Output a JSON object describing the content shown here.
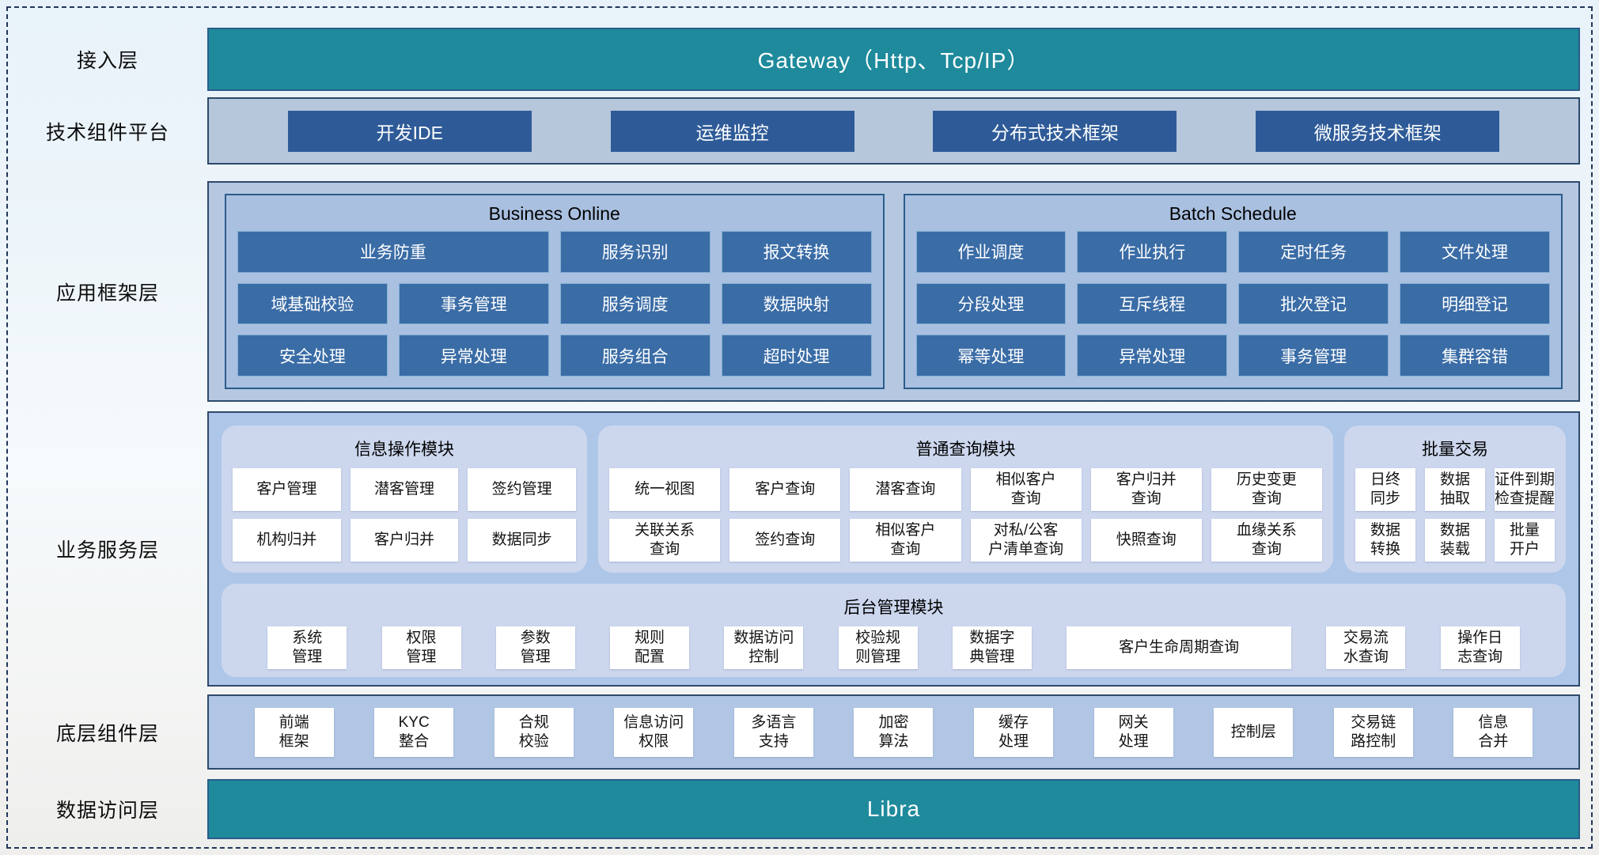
{
  "colors": {
    "teal_bar": "#1e8a9c",
    "tech_button_blue": "#2e5b98",
    "framework_cell_blue": "#3a6ca6",
    "container_blue": "#aec6e8",
    "module_periwinkle": "#ccd7ee",
    "frame_dash": "#22365c"
  },
  "access": {
    "label": "接入层",
    "gateway": "Gateway（Http、Tcp/IP）"
  },
  "tech": {
    "label": "技术组件平台",
    "buttons": [
      {
        "label": "开发IDE"
      },
      {
        "label": "运维监控"
      },
      {
        "label": "分布式技术框架"
      },
      {
        "label": "微服务技术框架"
      }
    ]
  },
  "framework": {
    "label": "应用框架层",
    "business_online": {
      "title": "Business Online",
      "cells": [
        {
          "label": "业务防重",
          "span": 2
        },
        {
          "label": "服务识别"
        },
        {
          "label": "报文转换"
        },
        {
          "label": "域基础校验"
        },
        {
          "label": "事务管理"
        },
        {
          "label": "服务调度"
        },
        {
          "label": "数据映射"
        },
        {
          "label": "安全处理"
        },
        {
          "label": "异常处理"
        },
        {
          "label": "服务组合"
        },
        {
          "label": "超时处理"
        }
      ]
    },
    "batch_schedule": {
      "title": "Batch Schedule",
      "cells": [
        {
          "label": "作业调度"
        },
        {
          "label": "作业执行"
        },
        {
          "label": "定时任务"
        },
        {
          "label": "文件处理"
        },
        {
          "label": "分段处理"
        },
        {
          "label": "互斥线程"
        },
        {
          "label": "批次登记"
        },
        {
          "label": "明细登记"
        },
        {
          "label": "幂等处理"
        },
        {
          "label": "异常处理"
        },
        {
          "label": "事务管理"
        },
        {
          "label": "集群容错"
        }
      ]
    }
  },
  "service": {
    "label": "业务服务层",
    "info_module": {
      "title": "信息操作模块",
      "cards": [
        {
          "label": "客户管理"
        },
        {
          "label": "潜客管理"
        },
        {
          "label": "签约管理"
        },
        {
          "label": "机构归并"
        },
        {
          "label": "客户归并"
        },
        {
          "label": "数据同步"
        }
      ]
    },
    "query_module": {
      "title": "普通查询模块",
      "cards": [
        {
          "label": "统一视图"
        },
        {
          "label": "客户查询"
        },
        {
          "label": "潜客查询"
        },
        {
          "label": "相似客户\n查询"
        },
        {
          "label": "客户归并\n查询"
        },
        {
          "label": "历史变更\n查询"
        },
        {
          "label": "关联关系\n查询"
        },
        {
          "label": "签约查询"
        },
        {
          "label": "相似客户\n查询"
        },
        {
          "label": "对私/公客\n户清单查询"
        },
        {
          "label": "快照查询"
        },
        {
          "label": "血缘关系\n查询"
        }
      ]
    },
    "batch_module": {
      "title": "批量交易",
      "cards": [
        {
          "label": "日终\n同步"
        },
        {
          "label": "数据\n抽取"
        },
        {
          "label": "证件到期\n检查提醒"
        },
        {
          "label": "数据\n转换"
        },
        {
          "label": "数据\n装载"
        },
        {
          "label": "批量\n开户"
        }
      ]
    },
    "admin_module": {
      "title": "后台管理模块",
      "cards": [
        {
          "label": "系统\n管理"
        },
        {
          "label": "权限\n管理"
        },
        {
          "label": "参数\n管理"
        },
        {
          "label": "规则\n配置"
        },
        {
          "label": "数据访问\n控制"
        },
        {
          "label": "校验规\n则管理"
        },
        {
          "label": "数据字\n典管理"
        },
        {
          "label": "客户生命周期查询",
          "wide": true
        },
        {
          "label": "交易流\n水查询"
        },
        {
          "label": "操作日\n志查询"
        }
      ]
    }
  },
  "component": {
    "label": "底层组件层",
    "cards": [
      {
        "label": "前端\n框架"
      },
      {
        "label": "KYC\n整合"
      },
      {
        "label": "合规\n校验"
      },
      {
        "label": "信息访问\n权限"
      },
      {
        "label": "多语言\n支持"
      },
      {
        "label": "加密\n算法"
      },
      {
        "label": "缓存\n处理"
      },
      {
        "label": "网关\n处理"
      },
      {
        "label": "控制层"
      },
      {
        "label": "交易链\n路控制"
      },
      {
        "label": "信息\n合并"
      }
    ]
  },
  "data_access": {
    "label": "数据访问层",
    "bar": "Libra"
  }
}
